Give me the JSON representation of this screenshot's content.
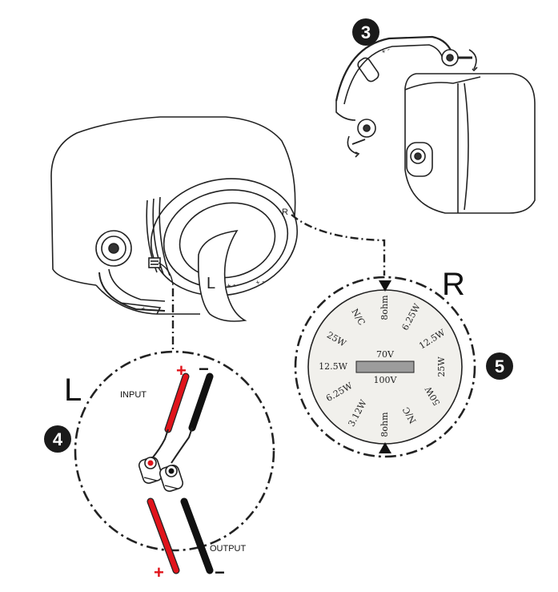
{
  "steps": {
    "step3": "3",
    "step4": "4",
    "step5": "5"
  },
  "left_detail": {
    "side_letter": "L",
    "input_label": "INPUT",
    "output_label": "OUTPUT",
    "plus_top": "+",
    "minus_top": "−",
    "plus_bottom": "+",
    "minus_bottom": "−"
  },
  "right_detail": {
    "side_letter": "R",
    "dial_labels": {
      "top": "8ohm",
      "bottom": "8ohm",
      "upper_right_1": "6.25W",
      "upper_right_2": "12.5W",
      "right": "25W",
      "lower_right_1": "50W",
      "lower_right_2": "N/C",
      "lower_left_1": "3.12W",
      "lower_left_2": "6.25W",
      "left": "12.5W",
      "upper_left_1": "25W",
      "upper_left_2": "N/C",
      "voltage_upper": "70V",
      "voltage_lower": "100V"
    }
  },
  "speaker_marks": {
    "l_mark": "L",
    "r_mark": "R"
  },
  "colors": {
    "positive_wire": "#e0141b",
    "negative_wire": "#111111",
    "step_badge": "#1a1a1a",
    "dial_face": "#f1f0ec",
    "selector_window": "#9c9c9c"
  }
}
